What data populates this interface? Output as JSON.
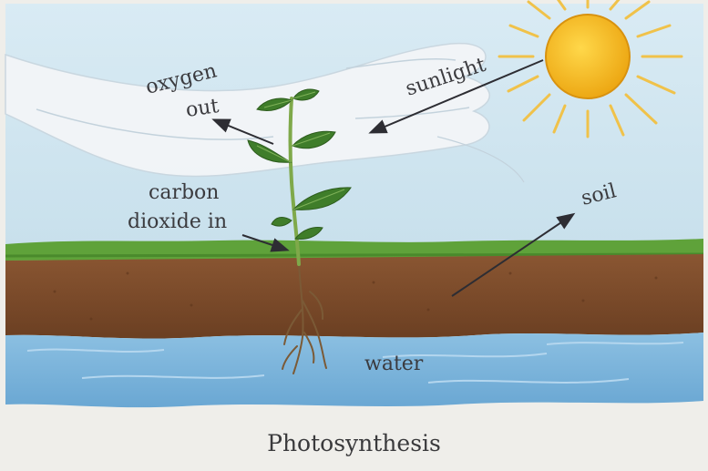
{
  "diagram": {
    "labels": {
      "oxygen_line1": "oxygen",
      "oxygen_line2": "out",
      "sunlight": "sunlight",
      "carbon_line1": "carbon",
      "carbon_line2": "dioxide in",
      "soil": "soil",
      "water": "water"
    },
    "caption": "Photosynthesis",
    "colors": {
      "sky": "#cfe4ef",
      "grass": "#5fa23a",
      "soil": "#7a4a2a",
      "water": "#7fb6dc",
      "sun": "#f4b41a",
      "leaf": "#3f7d2a"
    }
  }
}
